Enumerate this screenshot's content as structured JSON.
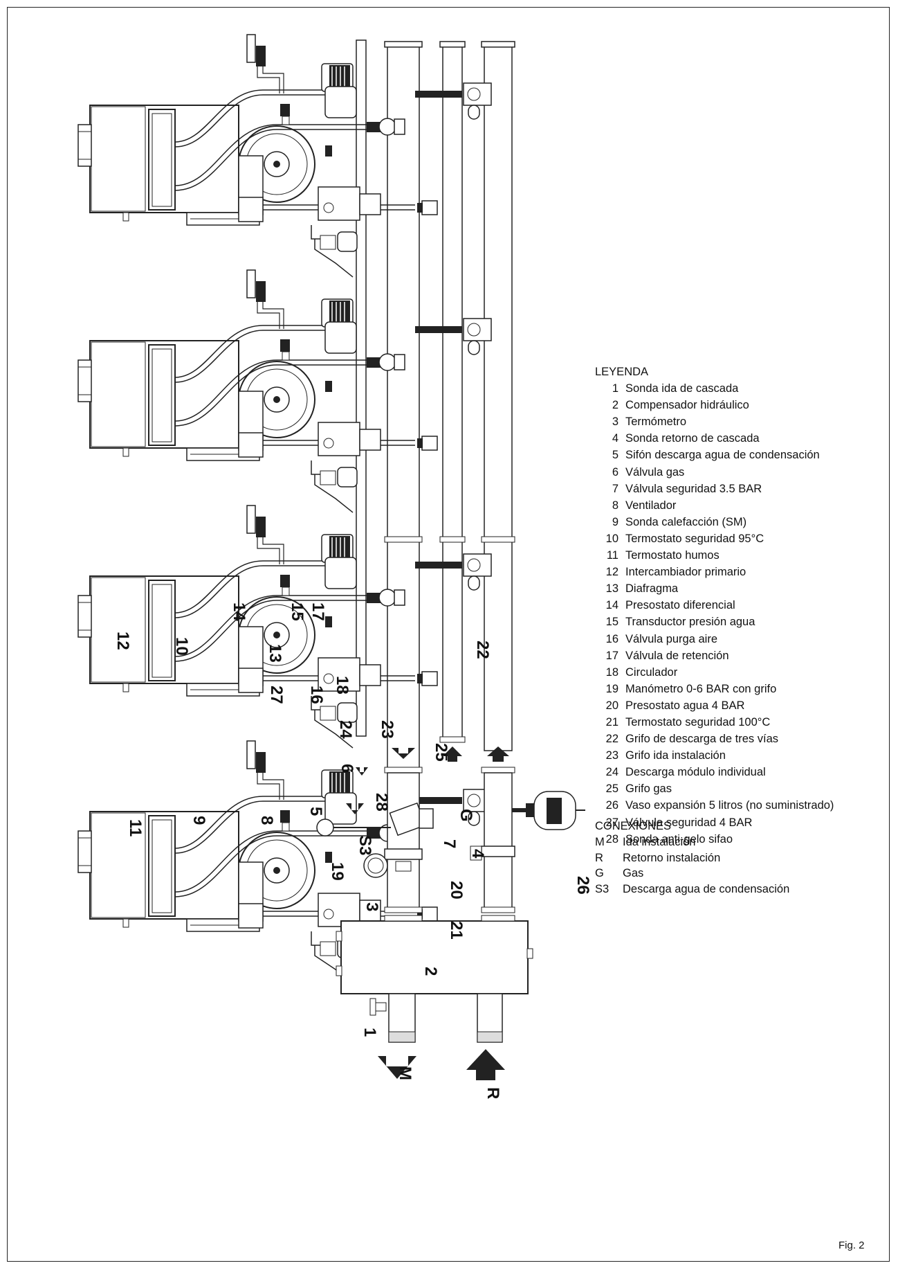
{
  "legend": {
    "title": "LEYENDA",
    "items": [
      {
        "n": "1",
        "t": "Sonda ida de cascada"
      },
      {
        "n": "2",
        "t": "Compensador hidráulico"
      },
      {
        "n": "3",
        "t": "Termómetro"
      },
      {
        "n": "4",
        "t": "Sonda retorno de cascada"
      },
      {
        "n": "5",
        "t": "Sifón descarga agua de condensación"
      },
      {
        "n": "6",
        "t": "Válvula gas"
      },
      {
        "n": "7",
        "t": "Válvula seguridad 3.5 BAR"
      },
      {
        "n": "8",
        "t": "Ventilador"
      },
      {
        "n": "9",
        "t": "Sonda calefacción (SM)"
      },
      {
        "n": "10",
        "t": "Termostato seguridad 95°C"
      },
      {
        "n": "11",
        "t": "Termostato humos"
      },
      {
        "n": "12",
        "t": "Intercambiador primario"
      },
      {
        "n": "13",
        "t": "Diafragma"
      },
      {
        "n": "14",
        "t": "Presostato diferencial"
      },
      {
        "n": "15",
        "t": "Transductor presión agua"
      },
      {
        "n": "16",
        "t": "Válvula purga aire"
      },
      {
        "n": "17",
        "t": "Válvula de retención"
      },
      {
        "n": "18",
        "t": "Circulador"
      },
      {
        "n": "19",
        "t": "Manómetro 0-6 BAR con grifo"
      },
      {
        "n": "20",
        "t": "Presostato agua 4 BAR"
      },
      {
        "n": "21",
        "t": "Termostato seguridad 100°C"
      },
      {
        "n": "22",
        "t": "Grifo de descarga de tres vías"
      },
      {
        "n": "23",
        "t": "Grifo ida instalación"
      },
      {
        "n": "24",
        "t": "Descarga módulo individual"
      },
      {
        "n": "25",
        "t": "Grifo gas"
      },
      {
        "n": "26",
        "t": "Vaso expansión 5 litros (no suministrado)"
      },
      {
        "n": "27",
        "t": "Válvula seguridad 4 BAR"
      },
      {
        "n": "28",
        "t": "Sonda anti-gelo sifao"
      }
    ]
  },
  "connections": {
    "title": "CONEXIONES",
    "items": [
      {
        "c": "M",
        "t": "Ida instalación"
      },
      {
        "c": "R",
        "t": "Retorno instalación"
      },
      {
        "c": "G",
        "t": "Gas"
      },
      {
        "c": "S3",
        "t": "Descarga agua de condensación"
      }
    ]
  },
  "figure_label": "Fig. 2",
  "diagram_labels": {
    "l1": "1",
    "l2": "2",
    "l3": "3",
    "l4": "4",
    "l5": "5",
    "l6": "6",
    "l7": "7",
    "l8": "8",
    "l9": "9",
    "l10": "10",
    "l11": "11",
    "l12": "12",
    "l13": "13",
    "l14": "14",
    "l15": "15",
    "l16": "16",
    "l17": "17",
    "l18": "18",
    "l19": "19",
    "l20": "20",
    "l21": "21",
    "l22": "22",
    "l23": "23",
    "l24": "24",
    "l25": "25",
    "l26": "26",
    "l27": "27",
    "l28": "28",
    "lS3": "S3",
    "lG": "G",
    "lM": "M",
    "lR": "R"
  }
}
